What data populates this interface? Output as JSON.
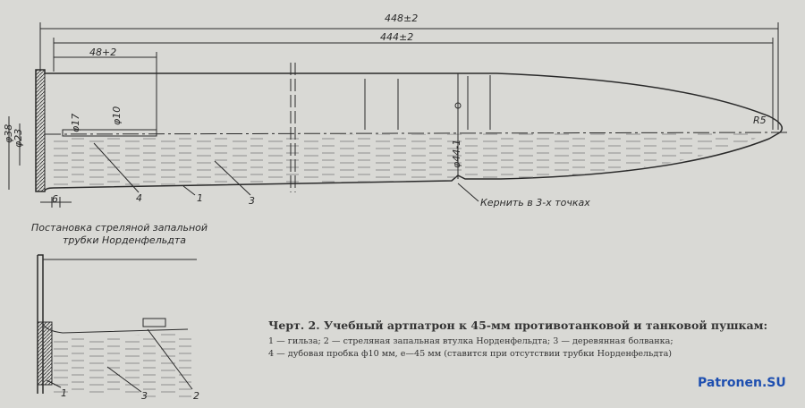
{
  "dimensions": {
    "overall_length": "448±2",
    "body_length": "444±2",
    "case_length": "48+2",
    "dia_38": "φ38",
    "dia_23": "φ23",
    "dia_17": "φ17",
    "dia_10": "φ10",
    "dia_44": "φ44-1",
    "radius": "R5",
    "rim": "6"
  },
  "callouts": {
    "part_4": "4",
    "part_1": "1",
    "part_3": "3",
    "punch_note": "Кернить в 3-х точках"
  },
  "inset": {
    "title_line1": "Постановка стреляной запальной",
    "title_line2": "трубки Норденфельдта",
    "part_1": "1",
    "part_3": "3",
    "part_2": "2"
  },
  "caption": {
    "title": "Черт. 2. Учебный артпатрон к 45-мм противотанковой и танковой пушкам:",
    "line1": "1 — гильза; 2 — стреляная запальная втулка Норденфельдта; 3 — деревянная болванка;",
    "line2": "4 — дубовая пробка ф10 мм, е—45 мм (ставится при отсутствии трубки Норденфельдта)"
  },
  "watermark": "Patronen.SU"
}
